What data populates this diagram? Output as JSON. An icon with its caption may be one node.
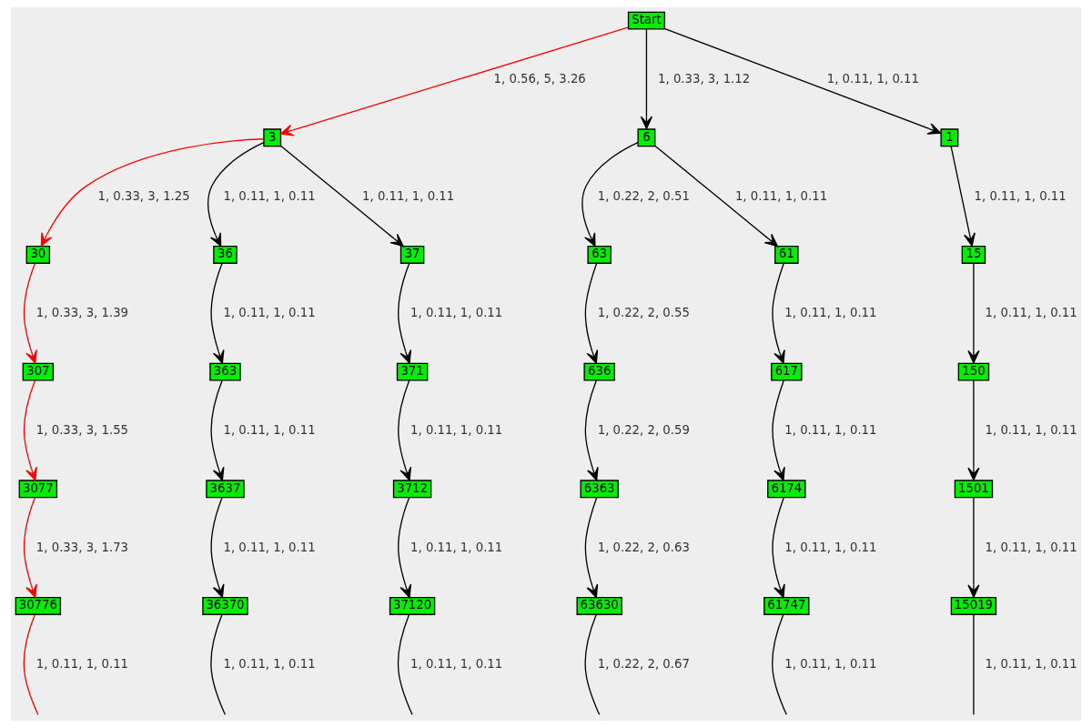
{
  "diagram": {
    "nodes": [
      {
        "text": [
          "Start"
        ]
      },
      {
        "text": [
          "3"
        ]
      },
      {
        "text": [
          "6"
        ]
      },
      {
        "text": [
          "1"
        ]
      },
      {
        "text": [
          "30"
        ]
      },
      {
        "text": [
          "36"
        ]
      },
      {
        "text": [
          "37"
        ]
      },
      {
        "text": [
          "63"
        ]
      },
      {
        "text": [
          "61"
        ]
      },
      {
        "text": [
          "15"
        ]
      },
      {
        "text": [
          "307"
        ]
      },
      {
        "text": [
          "363"
        ]
      },
      {
        "text": [
          "371"
        ]
      },
      {
        "text": [
          "636"
        ]
      },
      {
        "text": [
          "617"
        ]
      },
      {
        "text": [
          "150"
        ]
      },
      {
        "text": [
          "3077"
        ]
      },
      {
        "text": [
          "3637"
        ]
      },
      {
        "text": [
          "3712"
        ]
      },
      {
        "text": [
          "6363"
        ]
      },
      {
        "text": [
          "6174"
        ]
      },
      {
        "text": [
          "1501"
        ]
      },
      {
        "text": [
          "30776"
        ]
      },
      {
        "text": [
          "36370"
        ]
      },
      {
        "text": [
          "37120"
        ]
      },
      {
        "text": [
          "63630"
        ]
      },
      {
        "text": [
          "61747"
        ]
      },
      {
        "text": [
          "15019"
        ]
      }
    ],
    "edges": [
      {
        "from": 0,
        "to": 1,
        "arrow": "to",
        "label": "1, 0.56, 5, 3.26",
        "color": "#ff0000"
      },
      {
        "from": 0,
        "to": 2,
        "arrow": "to",
        "label": "1, 0.33, 3, 1.12"
      },
      {
        "from": 0,
        "to": 3,
        "arrow": "to",
        "label": "1, 0.11, 1, 0.11"
      },
      {
        "from": 1,
        "to": 4,
        "arrow": "to",
        "label": "1, 0.33, 3, 1.25",
        "color": "#ff0000"
      },
      {
        "from": 1,
        "to": 5,
        "arrow": "to",
        "label": "1, 0.11, 1, 0.11"
      },
      {
        "from": 1,
        "to": 6,
        "arrow": "to",
        "label": "1, 0.11, 1, 0.11"
      },
      {
        "from": 2,
        "to": 7,
        "arrow": "to",
        "label": "1, 0.22, 2, 0.51"
      },
      {
        "from": 2,
        "to": 8,
        "arrow": "to",
        "label": "1, 0.11, 1, 0.11"
      },
      {
        "from": 3,
        "to": 9,
        "arrow": "to",
        "label": "1, 0.11, 1, 0.11"
      },
      {
        "from": 4,
        "to": 10,
        "arrow": "to",
        "label": "1, 0.33, 3, 1.39",
        "color": "#ff0000"
      },
      {
        "from": 5,
        "to": 11,
        "arrow": "to",
        "label": "1, 0.11, 1, 0.11"
      },
      {
        "from": 6,
        "to": 12,
        "arrow": "to",
        "label": "1, 0.11, 1, 0.11"
      },
      {
        "from": 7,
        "to": 13,
        "arrow": "to",
        "label": "1, 0.22, 2, 0.55"
      },
      {
        "from": 8,
        "to": 14,
        "arrow": "to",
        "label": "1, 0.11, 1, 0.11"
      },
      {
        "from": 9,
        "to": 15,
        "arrow": "to",
        "label": "1, 0.11, 1, 0.11"
      },
      {
        "from": 10,
        "to": 16,
        "arrow": "to",
        "label": "1, 0.33, 3, 1.55",
        "color": "#ff0000"
      },
      {
        "from": 11,
        "to": 17,
        "arrow": "to",
        "label": "1, 0.11, 1, 0.11"
      },
      {
        "from": 12,
        "to": 18,
        "arrow": "to",
        "label": "1, 0.11, 1, 0.11"
      },
      {
        "from": 13,
        "to": 19,
        "arrow": "to",
        "label": "1, 0.22, 2, 0.59"
      },
      {
        "from": 14,
        "to": 20,
        "arrow": "to",
        "label": "1, 0.11, 1, 0.11"
      },
      {
        "from": 15,
        "to": 21,
        "arrow": "to",
        "label": "1, 0.11, 1, 0.11"
      },
      {
        "from": 16,
        "to": 22,
        "arrow": "to",
        "label": "1, 0.33, 3, 1.73",
        "color": "#ff0000"
      },
      {
        "from": 17,
        "to": 23,
        "arrow": "to",
        "label": "1, 0.11, 1, 0.11"
      },
      {
        "from": 18,
        "to": 24,
        "arrow": "to",
        "label": "1, 0.11, 1, 0.11"
      },
      {
        "from": 19,
        "to": 25,
        "arrow": "to",
        "label": "1, 0.22, 2, 0.63"
      },
      {
        "from": 20,
        "to": 26,
        "arrow": "to",
        "label": "1, 0.11, 1, 0.11"
      },
      {
        "from": 21,
        "to": 27,
        "arrow": "to",
        "label": "1, 0.11, 1, 0.11"
      },
      {
        "from": 22,
        "to": null,
        "arrow": "none",
        "label": "1, 0.11, 1, 0.11",
        "color": "#ff0000"
      },
      {
        "from": 23,
        "to": null,
        "arrow": "none",
        "label": "1, 0.11, 1, 0.11"
      },
      {
        "from": 24,
        "to": null,
        "arrow": "none",
        "label": "1, 0.11, 1, 0.11"
      },
      {
        "from": 25,
        "to": null,
        "arrow": "none",
        "label": "1, 0.22, 2, 0.67"
      },
      {
        "from": 26,
        "to": null,
        "arrow": "none",
        "label": "1, 0.11, 1, 0.11"
      },
      {
        "from": 27,
        "to": null,
        "arrow": "none",
        "label": "1, 0.11, 1, 0.11"
      }
    ]
  }
}
